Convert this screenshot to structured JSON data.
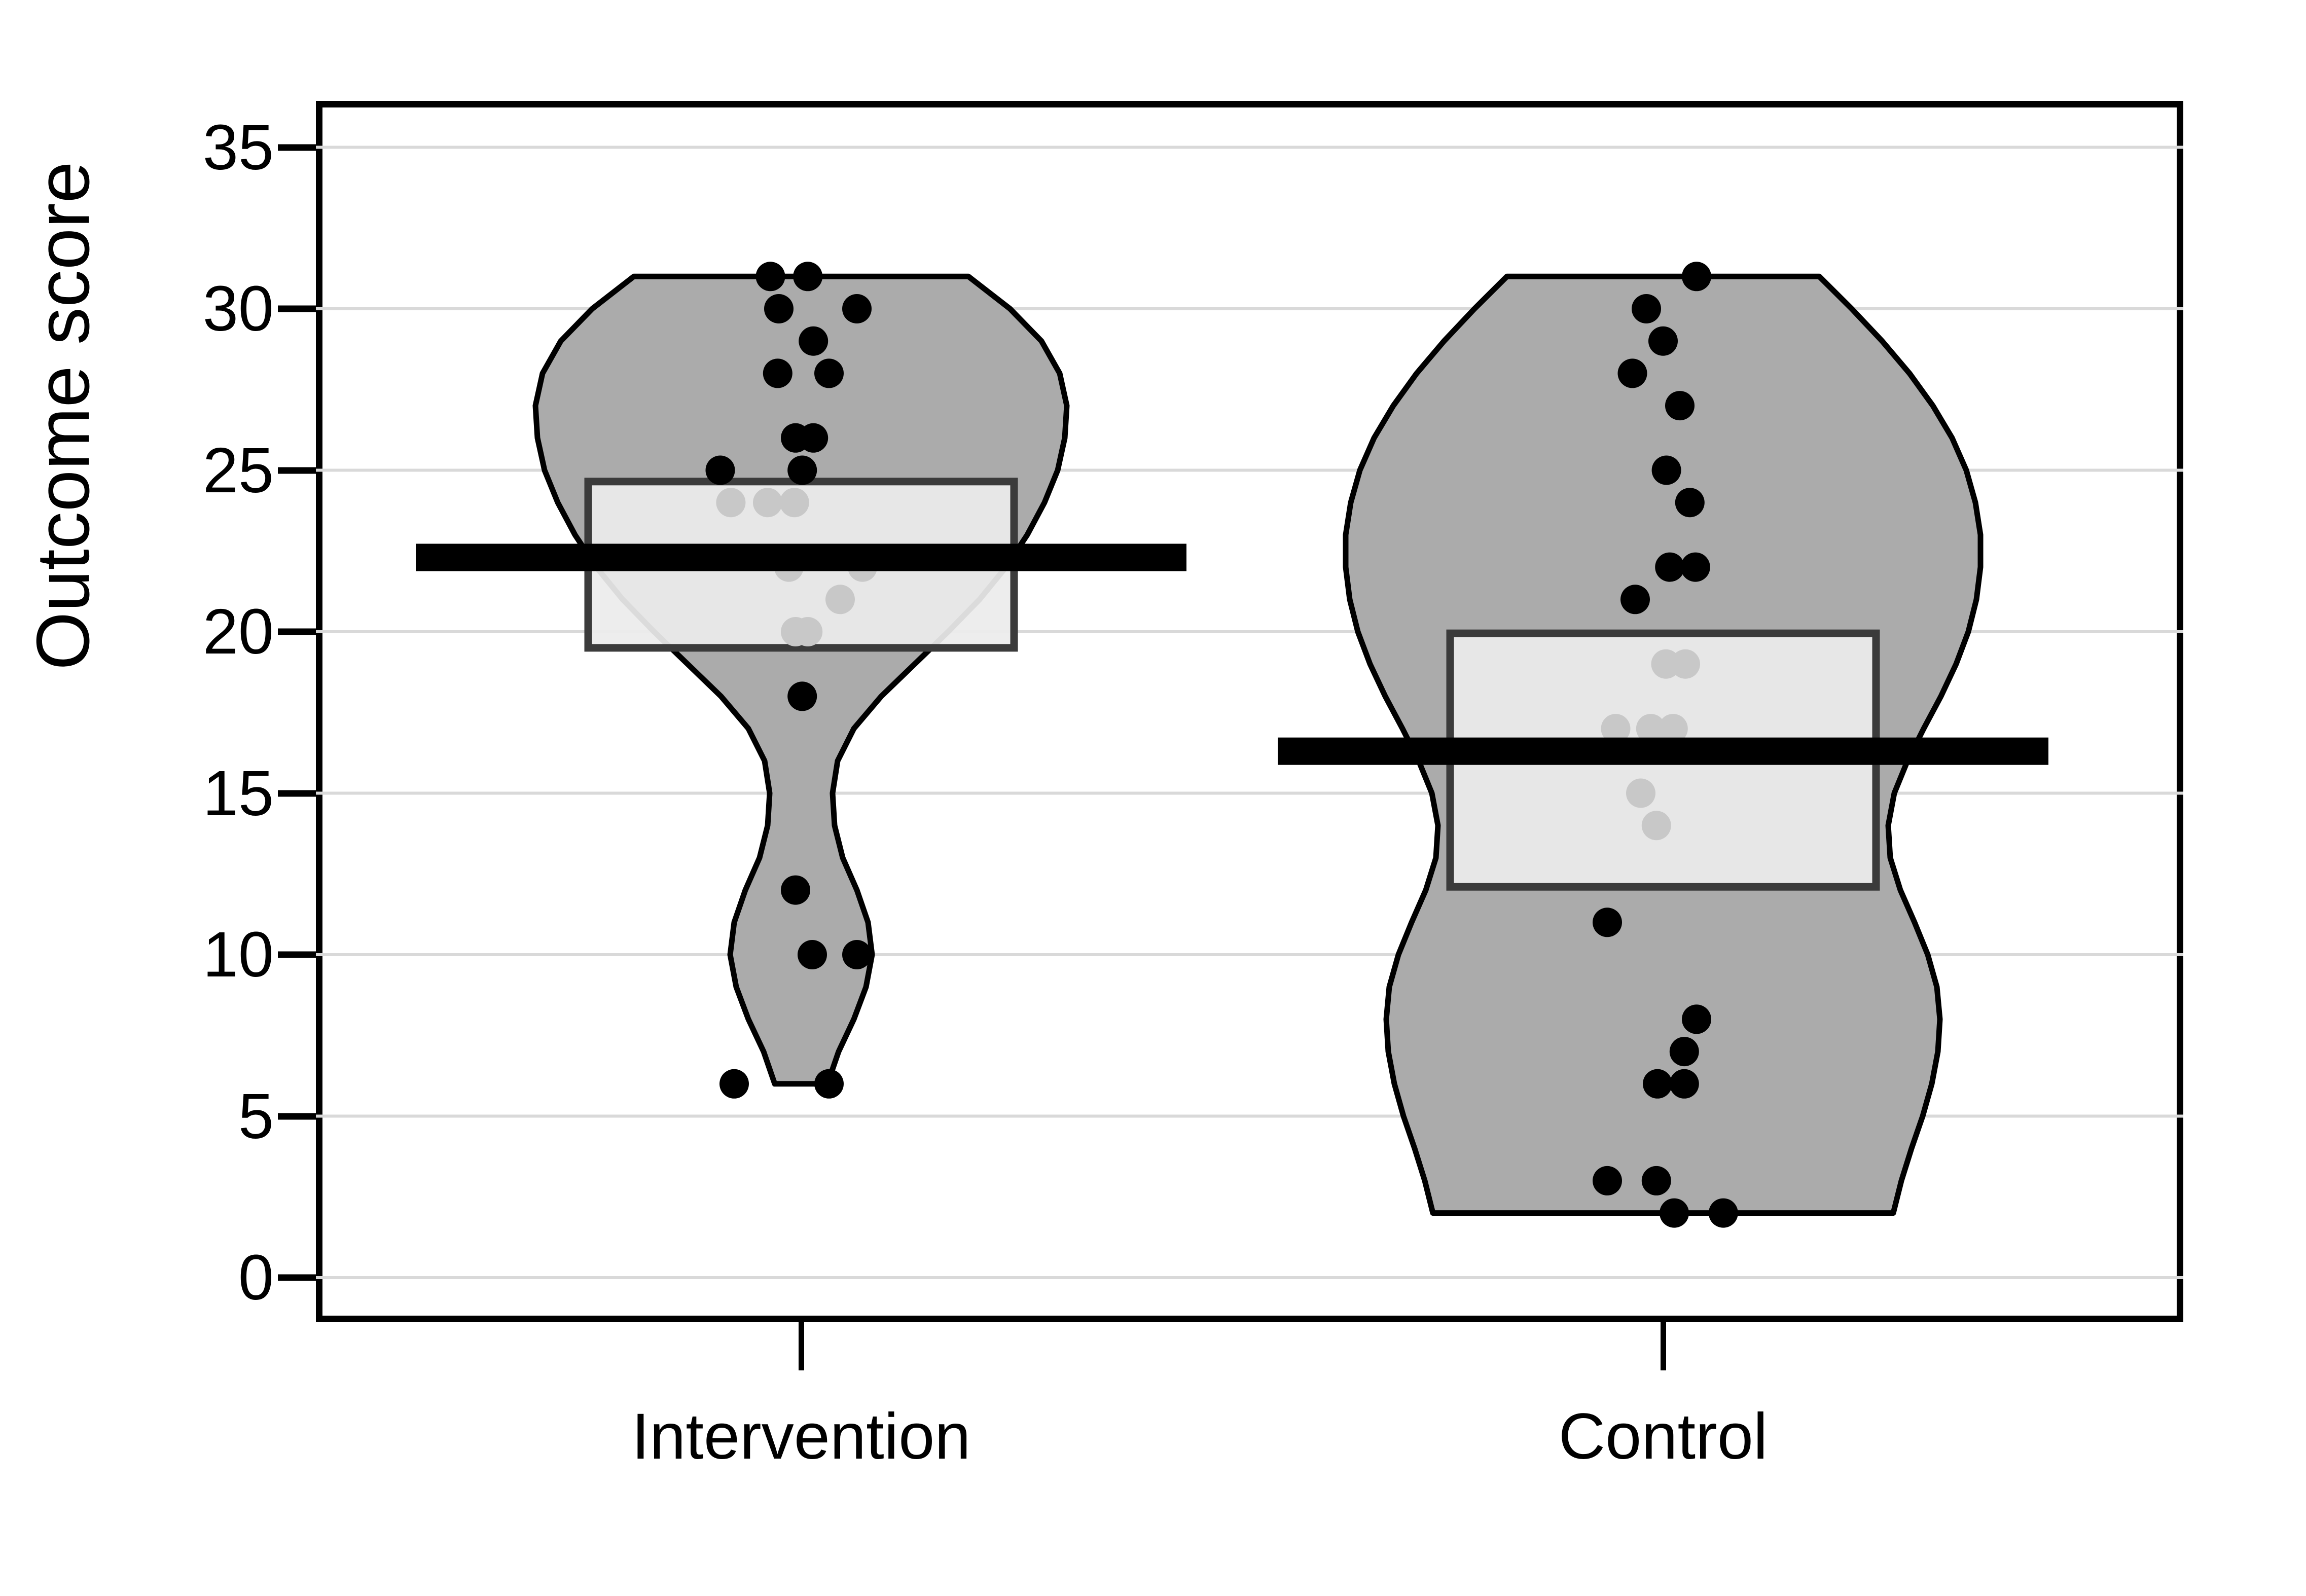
{
  "chart_data": {
    "type": "violin",
    "title": "",
    "xlabel": "",
    "ylabel": "Outcome score",
    "ylim": [
      -0.6,
      35.9
    ],
    "yticks": [
      0,
      5,
      10,
      15,
      20,
      25,
      30,
      35
    ],
    "ytick_labels": [
      "0",
      "5",
      "10",
      "15",
      "20",
      "25",
      "30",
      "35"
    ],
    "grid": "horizontal-minor-gray",
    "legend": null,
    "categories": [
      "Intervention",
      "Control"
    ],
    "groups": [
      {
        "name": "Intervention",
        "violin_min": 6,
        "violin_max": 31,
        "box_q1": 19.5,
        "box_q3": 24.65,
        "median_line": 22.3,
        "points": [
          {
            "value": 31,
            "offset": -0.055
          },
          {
            "value": 31,
            "offset": 0.012
          },
          {
            "value": 30,
            "offset": 0.1
          },
          {
            "value": 30,
            "offset": -0.04
          },
          {
            "value": 29,
            "offset": 0.022
          },
          {
            "value": 28,
            "offset": -0.042
          },
          {
            "value": 28,
            "offset": 0.05
          },
          {
            "value": 26,
            "offset": -0.01
          },
          {
            "value": 26,
            "offset": 0.022
          },
          {
            "value": 25,
            "offset": -0.145
          },
          {
            "value": 25,
            "offset": 0.002
          },
          {
            "value": 24,
            "offset": -0.126
          },
          {
            "value": 24,
            "offset": -0.06
          },
          {
            "value": 24,
            "offset": -0.012
          },
          {
            "value": 22,
            "offset": -0.022
          },
          {
            "value": 22,
            "offset": 0.11
          },
          {
            "value": 21,
            "offset": 0.07
          },
          {
            "value": 20,
            "offset": -0.01
          },
          {
            "value": 20,
            "offset": 0.012
          },
          {
            "value": 18,
            "offset": 0.002
          },
          {
            "value": 12,
            "offset": -0.01
          },
          {
            "value": 10,
            "offset": 0.02
          },
          {
            "value": 10,
            "offset": 0.1
          },
          {
            "value": 6,
            "offset": -0.12
          },
          {
            "value": 6,
            "offset": 0.05
          }
        ]
      },
      {
        "name": "Control",
        "violin_min": 2,
        "violin_max": 31,
        "box_q1": 12.1,
        "box_q3": 19.95,
        "median_line": 16.3,
        "points": [
          {
            "value": 31,
            "offset": 0.06
          },
          {
            "value": 30,
            "offset": -0.03
          },
          {
            "value": 29,
            "offset": 0.0
          },
          {
            "value": 28,
            "offset": -0.055
          },
          {
            "value": 27,
            "offset": 0.03
          },
          {
            "value": 25,
            "offset": 0.006
          },
          {
            "value": 24,
            "offset": 0.048
          },
          {
            "value": 22,
            "offset": 0.012
          },
          {
            "value": 22,
            "offset": 0.058
          },
          {
            "value": 21,
            "offset": -0.05
          },
          {
            "value": 19,
            "offset": 0.005
          },
          {
            "value": 19,
            "offset": 0.04
          },
          {
            "value": 17,
            "offset": -0.085
          },
          {
            "value": 17,
            "offset": -0.022
          },
          {
            "value": 17,
            "offset": 0.018
          },
          {
            "value": 15,
            "offset": -0.04
          },
          {
            "value": 14,
            "offset": -0.012
          },
          {
            "value": 11,
            "offset": -0.1
          },
          {
            "value": 8,
            "offset": 0.06
          },
          {
            "value": 7,
            "offset": 0.038
          },
          {
            "value": 6,
            "offset": -0.01
          },
          {
            "value": 6,
            "offset": 0.038
          },
          {
            "value": 3,
            "offset": -0.1
          },
          {
            "value": 3,
            "offset": -0.012
          },
          {
            "value": 2,
            "offset": 0.02
          },
          {
            "value": 2,
            "offset": 0.108
          }
        ]
      }
    ],
    "colors": {
      "violin_fill": "#ababab",
      "violin_outline": "#000000",
      "box_fill": "#ececec",
      "box_outline": "#3b3b3b",
      "median": "#000000",
      "point_dark": "#000000",
      "point_light": "#c8c8c8",
      "gridline": "#d9d9d9",
      "axis": "#000000"
    }
  },
  "axis": {
    "y_label": "Outcome score",
    "y_ticks": [
      "35",
      "30",
      "25",
      "20",
      "15",
      "10",
      "5",
      "0"
    ],
    "x_ticks": [
      "Intervention",
      "Control"
    ]
  }
}
